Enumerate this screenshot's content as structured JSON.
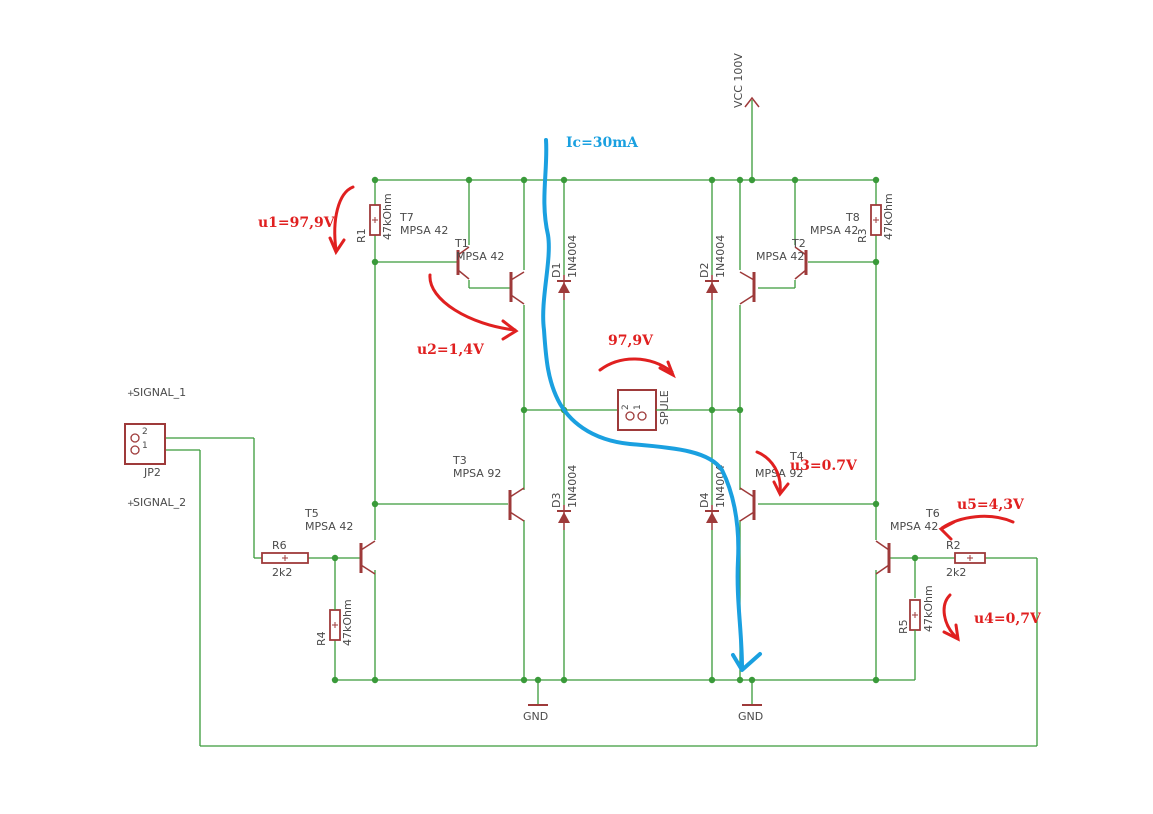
{
  "colors": {
    "wire": "#3a9a3a",
    "component": "#9e3a3a",
    "annotation_red": "#e02020",
    "annotation_blue": "#1aa0e0",
    "text": "#4a4a4a"
  },
  "supply": {
    "vcc": "VCC 100V",
    "gnd_left": "GND",
    "gnd_right": "GND"
  },
  "connector": {
    "name": "JP2",
    "pin1": "1",
    "pin2": "2",
    "signal1": "SIGNAL_1",
    "signal2": "SIGNAL_2"
  },
  "transistors": {
    "t1": {
      "name": "T1",
      "type": "MPSA 42"
    },
    "t2": {
      "name": "T2",
      "type": "MPSA 42"
    },
    "t3": {
      "name": "T3",
      "type": "MPSA 92"
    },
    "t4": {
      "name": "T4",
      "type": "MPSA 92"
    },
    "t5": {
      "name": "T5",
      "type": "MPSA 42"
    },
    "t6": {
      "name": "T6",
      "type": "MPSA 42"
    },
    "t7": {
      "name": "T7",
      "type": "MPSA 42"
    },
    "t8": {
      "name": "T8",
      "type": "MPSA 42"
    }
  },
  "resistors": {
    "r1": {
      "name": "R1",
      "value": "47kOhm"
    },
    "r2": {
      "name": "R2",
      "value": "2k2"
    },
    "r3": {
      "name": "R3",
      "value": "47kOhm"
    },
    "r4": {
      "name": "R4",
      "value": "47kOhm"
    },
    "r5": {
      "name": "R5",
      "value": "47kOhm"
    },
    "r6": {
      "name": "R6",
      "value": "2k2"
    }
  },
  "diodes": {
    "d1": {
      "name": "D1",
      "type": "1N4004"
    },
    "d2": {
      "name": "D2",
      "type": "1N4004"
    },
    "d3": {
      "name": "D3",
      "type": "1N4004"
    },
    "d4": {
      "name": "D4",
      "type": "1N4004"
    }
  },
  "coil": {
    "name": "SPULE",
    "pin1": "1",
    "pin2": "2"
  },
  "annotations": {
    "ic": "Ic=30mA",
    "u1": "u1=97,9V",
    "u2": "u2=1,4V",
    "u_coil": "97,9V",
    "u3": "u3=0.7V",
    "u4": "u4=0,7V",
    "u5": "u5=4,3V"
  },
  "pin_marker": "+"
}
